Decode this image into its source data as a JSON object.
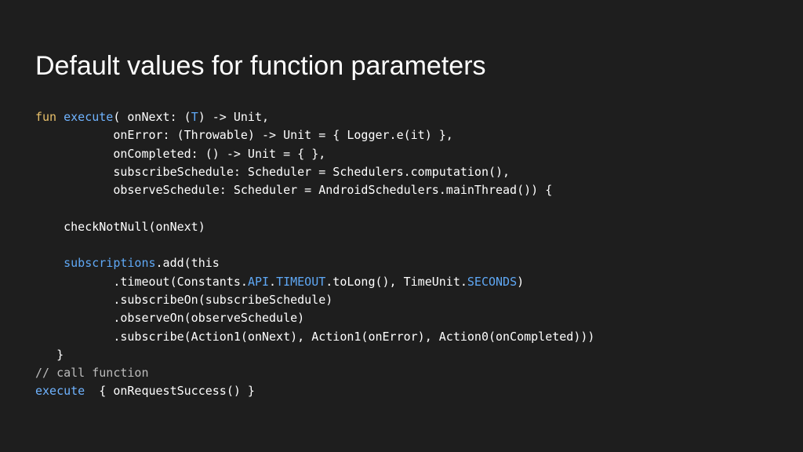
{
  "slide": {
    "title": "Default values for function parameters"
  },
  "colors": {
    "background": "#1e1e1e",
    "text": "#ffffff",
    "keyword": "#e8c06a",
    "identifier_highlight": "#5fa8f5"
  },
  "code": {
    "lines": [
      [
        {
          "t": "fun",
          "c": "kw-fun"
        },
        {
          "t": " "
        },
        {
          "t": "execute",
          "c": "fn"
        },
        {
          "t": "( onNext: ("
        },
        {
          "t": "T",
          "c": "prop"
        },
        {
          "t": ") -> Unit,"
        }
      ],
      [
        {
          "t": "           onError: (Throwable) -> Unit = { Logger.e(it) },"
        }
      ],
      [
        {
          "t": "           onCompleted: () -> Unit = { },"
        }
      ],
      [
        {
          "t": "           subscribeSchedule: Scheduler = Schedulers.computation(),"
        }
      ],
      [
        {
          "t": "           observeSchedule: Scheduler = AndroidSchedulers.mainThread()) {"
        }
      ],
      [
        {
          "t": ""
        }
      ],
      [
        {
          "t": "    checkNotNull(onNext)"
        }
      ],
      [
        {
          "t": ""
        }
      ],
      [
        {
          "t": "    "
        },
        {
          "t": "subscriptions",
          "c": "prop"
        },
        {
          "t": ".add(this"
        }
      ],
      [
        {
          "t": "           .timeout(Constants."
        },
        {
          "t": "API",
          "c": "prop"
        },
        {
          "t": "."
        },
        {
          "t": "TIMEOUT",
          "c": "prop"
        },
        {
          "t": ".toLong(), TimeUnit."
        },
        {
          "t": "SECONDS",
          "c": "prop"
        },
        {
          "t": ")"
        }
      ],
      [
        {
          "t": "           .subscribeOn(subscribeSchedule)"
        }
      ],
      [
        {
          "t": "           .observeOn(observeSchedule)"
        }
      ],
      [
        {
          "t": "           .subscribe(Action1(onNext), Action1(onError), Action0(onCompleted)))"
        }
      ],
      [
        {
          "t": "   }"
        }
      ],
      [
        {
          "t": "// call function",
          "c": "comment"
        }
      ],
      [
        {
          "t": "execute",
          "c": "fn"
        },
        {
          "t": "  { onRequestSuccess() }"
        }
      ]
    ]
  }
}
